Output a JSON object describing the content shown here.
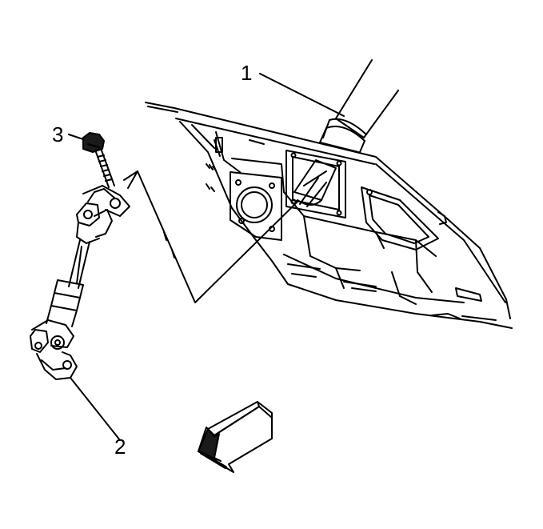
{
  "callouts": {
    "one": "1",
    "two": "2",
    "three": "3"
  },
  "colors": {
    "line": "#000000",
    "background": "#ffffff",
    "dark_fill": "#1a1a1a"
  },
  "icons": {
    "direction_arrow": "front-direction-arrow-icon"
  }
}
